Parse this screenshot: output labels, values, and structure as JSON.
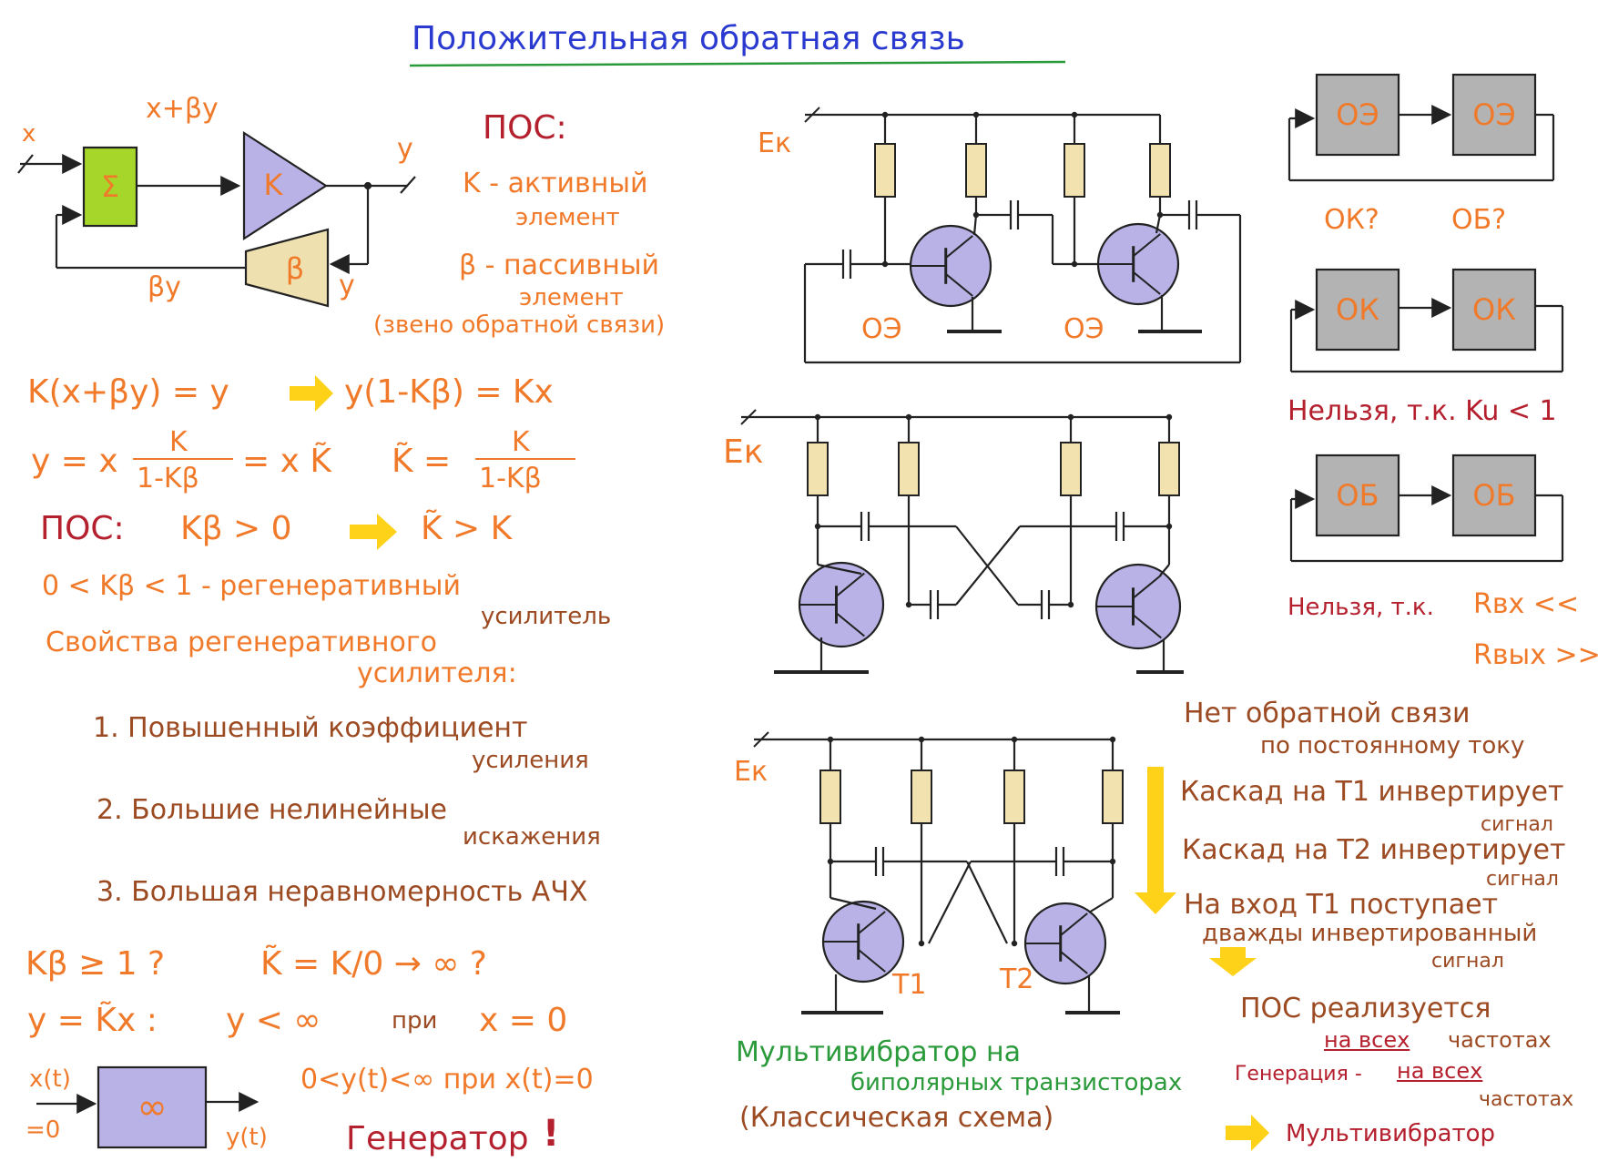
{
  "title": "Положительная обратная связь",
  "block_diagram": {
    "input": "x",
    "sum_out": "x+βy",
    "sigma": "Σ",
    "k": "K",
    "beta": "β",
    "output": "y",
    "fb_y": "y",
    "fb_label": "βy"
  },
  "definitions": {
    "head": "ПОС:",
    "k_line1": "K - активный",
    "k_line2": "элемент",
    "b_line1": "β - пассивный",
    "b_line2": "элемент",
    "b_line3": "(звено обратной связи)"
  },
  "equations": {
    "eq1_left": "K(x+βy) = y",
    "eq1_right": "y(1-Kβ) = Kx",
    "eq2_left": "y = x",
    "eq2_num": "K",
    "eq2_den": "1-Kβ",
    "eq2_tail": "= x K̃",
    "eq2_kt": "K̃ =",
    "eq2_num2": "K",
    "eq2_den2": "1-Kβ",
    "pos_left": "ПОС:",
    "pos_cond": "Kβ > 0",
    "pos_result": "K̃ > K",
    "regen1": "0 < Kβ < 1 - регенеративный",
    "regen2": "усилитель",
    "props1": "Свойства регенеративного",
    "props2": "усилителя:",
    "p1a": "1. Повышенный коэффициент",
    "p1b": "усиления",
    "p2a": "2. Большие нелинейные",
    "p2b": "искажения",
    "p3": "3. Большая неравномерность АЧХ",
    "k1a": "Kβ ≥ 1 ?",
    "k1b": "K̃ = K/0 → ∞ ?",
    "k2a": "y = K̃x :",
    "k2b": "y < ∞",
    "k2c": "при",
    "k2d": "x = 0",
    "gen_x": "x(t)",
    "gen_x0": "=0",
    "gen_inf": "∞",
    "gen_y": "y(t)",
    "gen_cond": "0<y(t)<∞ при x(t)=0",
    "gen_word": "Генератор",
    "gen_excl": "!"
  },
  "circuits": {
    "ek": "Eк",
    "oe": "ОЭ",
    "t1": "T1",
    "t2": "T2",
    "cap1": "Мультивибратор на",
    "cap2": "биполярных транзисторах",
    "cap3": "(Классическая схема)"
  },
  "right_panel": {
    "oe": "ОЭ",
    "ok": "ОК",
    "ob": "ОБ",
    "q1": "ОК?",
    "q2": "ОБ?",
    "ku_note": "Нельзя, т.к. Ku < 1",
    "r_note1": "Нельзя, т.к.",
    "r_note2": "Rвх <<",
    "r_note3": "Rвых >>",
    "n1": "Нет обратной связи",
    "n2": "по постоянному току",
    "n3": "Каскад на T1 инвертирует",
    "n4": "сигнал",
    "n5": "Каскад на T2 инвертирует",
    "n6": "сигнал",
    "n7": "На вход T1 поступает",
    "n8": "дважды инвертированный",
    "n9": "сигнал",
    "n10": "ПОС реализуется",
    "n11": "на всех",
    "n12": "частотах",
    "n13": "Генерация -",
    "n14": "на всех",
    "n15": "частотах",
    "n16": "Мультивибратор"
  },
  "colors": {
    "sum_block": "#a6d629",
    "k_block": "#b9b2e6",
    "beta_block": "#efe0b0",
    "resistor": "#f2e2b0",
    "transistor": "#b9b2e6",
    "gray_block": "#b3b3b3",
    "arrow_yellow": "#ffd21a"
  }
}
